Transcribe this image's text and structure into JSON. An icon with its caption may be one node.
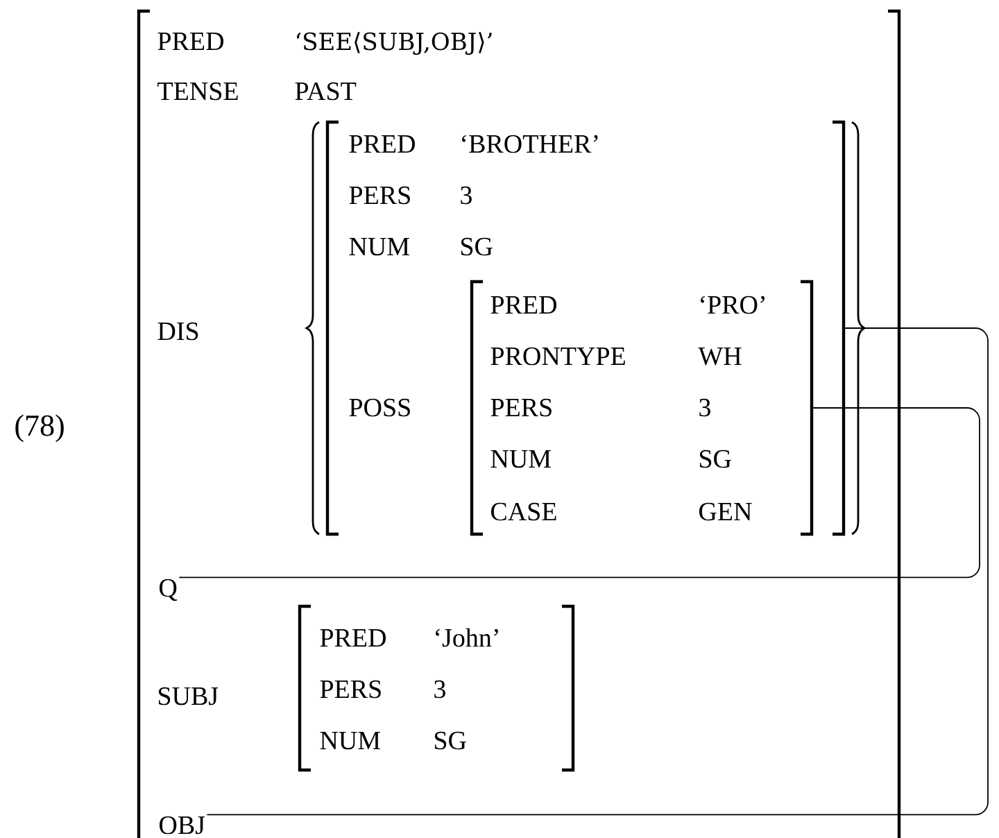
{
  "diagram": {
    "nodes": [
      {
        "text": [
          "PRED",
          "‘SEE⟨SUBJ,OBJ⟩’",
          "TENSE",
          "PAST",
          "DIS",
          "SUBJ"
        ]
      },
      {
        "text": [
          "PRED",
          "‘BROTHER’",
          "PERS",
          "3",
          "NUM",
          "SG",
          "POSS"
        ],
        "in": 0
      },
      {
        "text": [
          "PRED",
          "‘PRO’",
          "PRONTYPE",
          "WH",
          "PERS",
          "3",
          "NUM",
          "SG",
          "CASE",
          "GEN"
        ],
        "in": 1
      },
      {
        "text": [
          "Q"
        ],
        "in": 0
      },
      {
        "text": [
          "PRED",
          "‘John’",
          "PERS",
          "3",
          "NUM",
          "SG"
        ],
        "in": 0
      },
      {
        "text": [
          "OBJ"
        ],
        "in": 0
      }
    ],
    "edges": [
      {
        "from": 3,
        "to": 2,
        "arrow": "none"
      },
      {
        "from": 5,
        "to": 1,
        "arrow": "none"
      }
    ],
    "labels": [
      "(78)"
    ]
  }
}
